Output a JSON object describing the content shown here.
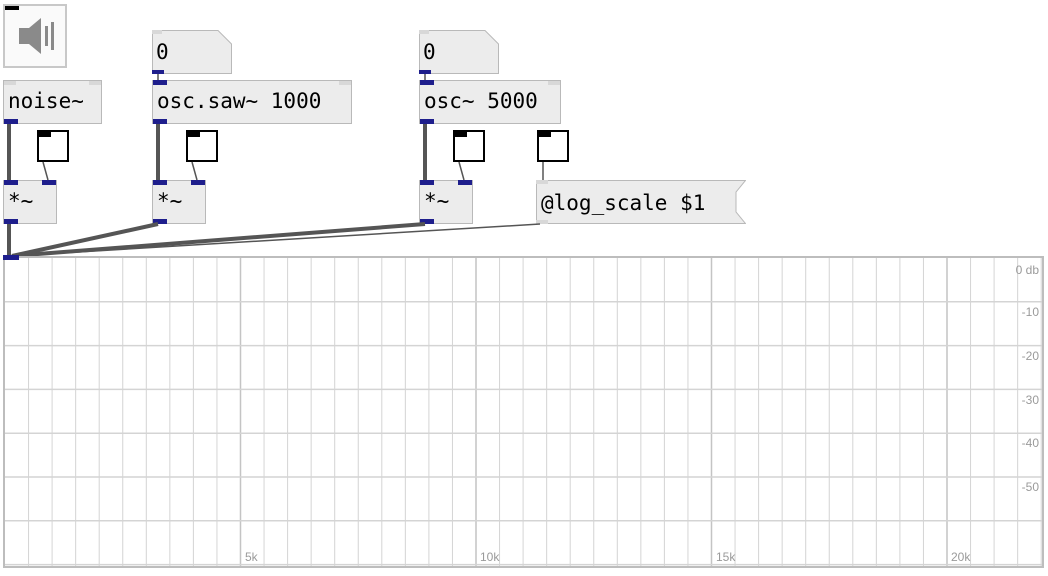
{
  "speaker_icon": "speaker-icon",
  "number_boxes": [
    {
      "value": "0"
    },
    {
      "value": "0"
    }
  ],
  "objects": {
    "noise": "noise~",
    "osc_saw": "osc.saw~ 1000",
    "osc": "osc~ 5000",
    "mul1": "*~",
    "mul2": "*~",
    "mul3": "*~"
  },
  "message": "@log_scale $1",
  "spectroscope": {
    "db_labels": [
      "0 db",
      "-10",
      "-20",
      "-30",
      "-40",
      "-50"
    ],
    "freq_labels": [
      "5k",
      "10k",
      "15k",
      "20k"
    ]
  },
  "colors": {
    "inlet": "#1e1e8c",
    "object_bg": "#ececec",
    "grid": "#d4d4d4",
    "wire": "#555555"
  }
}
